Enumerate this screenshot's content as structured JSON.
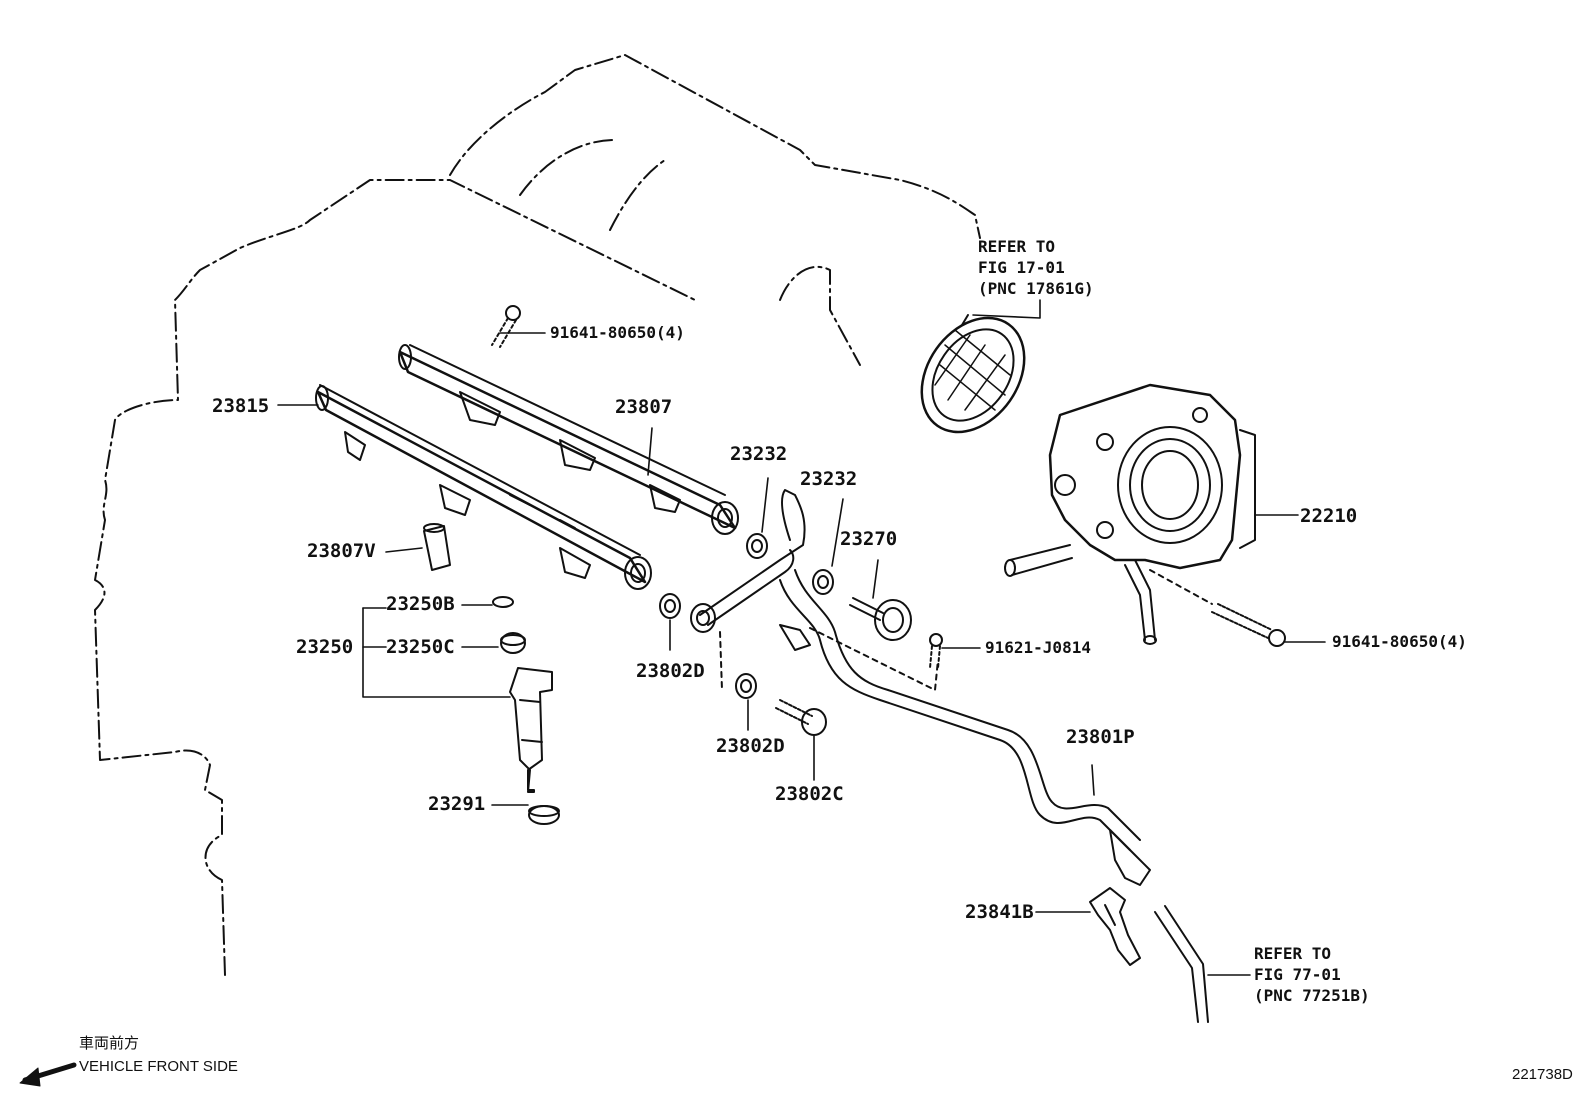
{
  "parts": {
    "p23815": "23815",
    "p23807": "23807",
    "p23232a": "23232",
    "p23232b": "23232",
    "p23270": "23270",
    "p22210": "22210",
    "p23807V": "23807V",
    "p23250B": "23250B",
    "p23250": "23250",
    "p23250C": "23250C",
    "p23802D_a": "23802D",
    "p23802D_b": "23802D",
    "p23802C": "23802C",
    "p23291": "23291",
    "p23801P": "23801P",
    "p23841B": "23841B",
    "bolt_top": "91641-80650(4)",
    "bolt_right": "91641-80650(4)",
    "bolt_small": "91621-J0814"
  },
  "refer_filter": {
    "line1": "REFER TO",
    "line2": "FIG 17-01",
    "line3": "(PNC 17861G)"
  },
  "refer_hose": {
    "line1": "REFER TO",
    "line2": "FIG 77-01",
    "line3": "(PNC 77251B)"
  },
  "footer": {
    "jp_label": "車両前方",
    "front_label": "VEHICLE FRONT SIDE",
    "diagram_code": "221738D"
  }
}
